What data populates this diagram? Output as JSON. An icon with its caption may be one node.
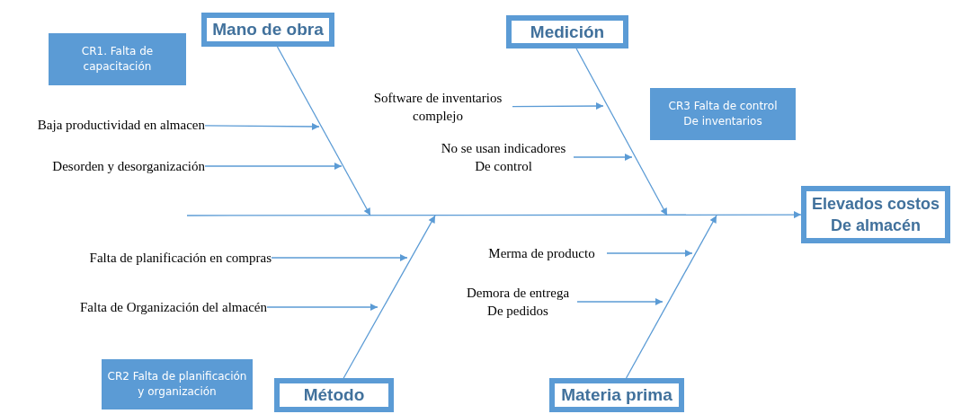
{
  "diagram": {
    "nodes": [
      {
        "text": [
          "CR1. Falta de capacitación"
        ]
      },
      {
        "text": [
          "Mano de obra"
        ]
      },
      {
        "text": [
          "Medición"
        ]
      },
      {
        "text": [
          "Software de inventarios complejo"
        ]
      },
      {
        "text": [
          "CR3 Falta de control De inventarios"
        ]
      },
      {
        "text": [
          "Baja productividad en almacen"
        ]
      },
      {
        "text": [
          "No se usan indicadores De control"
        ]
      },
      {
        "text": [
          "Desorden y desorganización"
        ]
      },
      {
        "text": [
          "Elevados costos De almacén"
        ]
      },
      {
        "text": [
          "Falta de planificación en compras"
        ]
      },
      {
        "text": [
          "Merma de producto"
        ]
      },
      {
        "text": [
          "Demora de entrega De pedidos"
        ]
      },
      {
        "text": [
          "Falta de Organización del almacén"
        ]
      },
      {
        "text": [
          "CR2 Falta de planificación y organización"
        ]
      },
      {
        "text": [
          "Método"
        ]
      },
      {
        "text": [
          "Materia prima"
        ]
      }
    ],
    "edges": [
      {
        "from": null,
        "to": 8,
        "arrow": "to"
      },
      {
        "from": 1,
        "to": null,
        "arrow": "to"
      },
      {
        "from": 2,
        "to": null,
        "arrow": "to"
      },
      {
        "from": 14,
        "to": null,
        "arrow": "to"
      },
      {
        "from": 15,
        "to": null,
        "arrow": "to"
      },
      {
        "from": 5,
        "to": null,
        "arrow": "to"
      },
      {
        "from": 7,
        "to": null,
        "arrow": "to"
      },
      {
        "from": 3,
        "to": null,
        "arrow": "to"
      },
      {
        "from": 6,
        "to": null,
        "arrow": "to"
      },
      {
        "from": 9,
        "to": null,
        "arrow": "to"
      },
      {
        "from": 12,
        "to": null,
        "arrow": "to"
      },
      {
        "from": 10,
        "to": null,
        "arrow": "to"
      },
      {
        "from": 11,
        "to": null,
        "arrow": "to"
      }
    ]
  }
}
